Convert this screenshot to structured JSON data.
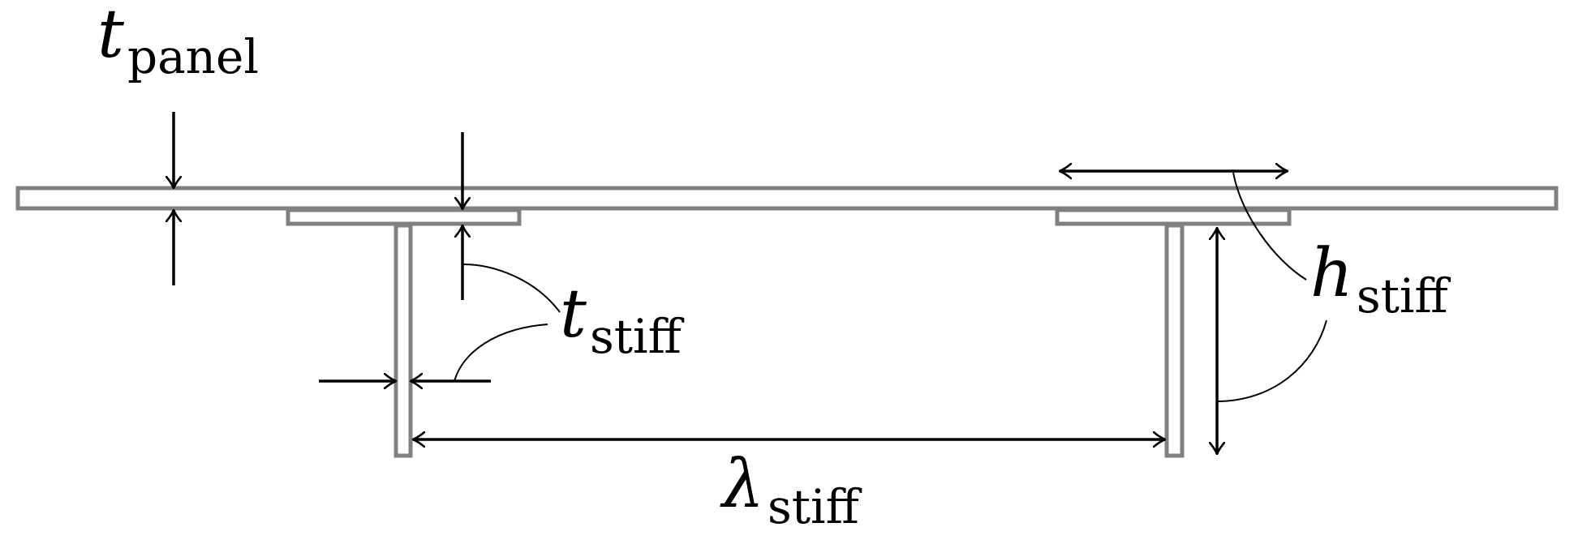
{
  "diagram": {
    "colors": {
      "structure_outline": "#808080",
      "structure_fill": "#ffffff",
      "dimension_lines": "#000000"
    },
    "labels": {
      "t_panel": {
        "symbol": "t",
        "subscript": "panel"
      },
      "t_stiff": {
        "symbol": "t",
        "subscript": "stiff"
      },
      "h_stiff": {
        "symbol": "h",
        "subscript": "stiff"
      },
      "lambda_stiff": {
        "symbol": "λ",
        "subscript": "stiff"
      }
    }
  }
}
